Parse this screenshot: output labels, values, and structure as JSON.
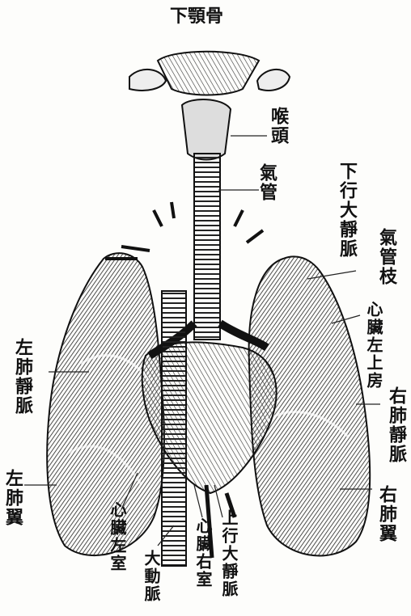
{
  "labels": {
    "hyoid": "下顎骨",
    "larynx": "喉頭",
    "trachea": "氣管",
    "svc": "下行大靜脈",
    "bronchus": "氣管枝",
    "left_atrium": "心臟左上房",
    "left_pulm_vein": "左肺靜脈",
    "right_pulm_vein": "右肺靜脈",
    "left_lung": "左肺翼",
    "right_lung": "右肺翼",
    "left_ventricle": "心臟左室",
    "aorta": "大動脈",
    "right_ventricle": "心臟右室",
    "ivc": "上行大靜脈"
  },
  "colors": {
    "ink": "#111111",
    "paper": "#fdfdfb"
  }
}
